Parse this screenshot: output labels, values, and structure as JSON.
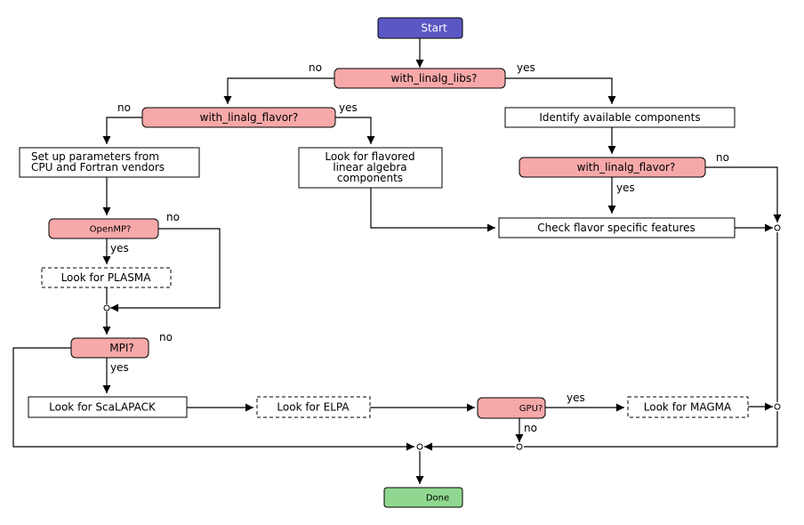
{
  "nodes": {
    "start": "Start",
    "with_linalg_libs": "with_linalg_libs?",
    "with_linalg_flavor_left": "with_linalg_flavor?",
    "identify_components": "Identify available components",
    "setup_params_line1": "Set up parameters from",
    "setup_params_line2": "CPU and Fortran vendors",
    "look_flavored_line1": "Look for flavored",
    "look_flavored_line2": "linear algebra",
    "look_flavored_line3": "components",
    "with_linalg_flavor_right": "with_linalg_flavor?",
    "check_flavor": "Check flavor specific features",
    "openmp": "OpenMP?",
    "look_plasma": "Look for PLASMA",
    "mpi": "MPI?",
    "look_scalapack": "Look for ScaLAPACK",
    "look_elpa": "Look for ELPA",
    "gpu": "GPU?",
    "look_magma": "Look for MAGMA",
    "done": "Done"
  },
  "edge_labels": {
    "libs_no": "no",
    "libs_yes": "yes",
    "flavor_left_no": "no",
    "flavor_left_yes": "yes",
    "flavor_right_no": "no",
    "flavor_right_yes": "yes",
    "openmp_no": "no",
    "openmp_yes": "yes",
    "mpi_no": "no",
    "mpi_yes": "yes",
    "gpu_yes": "yes",
    "gpu_no": "no"
  },
  "colors": {
    "start_fill": "#5b57c4",
    "decision_fill": "#f7a8a8",
    "done_fill": "#90d890",
    "box_fill": "#ffffff",
    "stroke": "#000000"
  }
}
